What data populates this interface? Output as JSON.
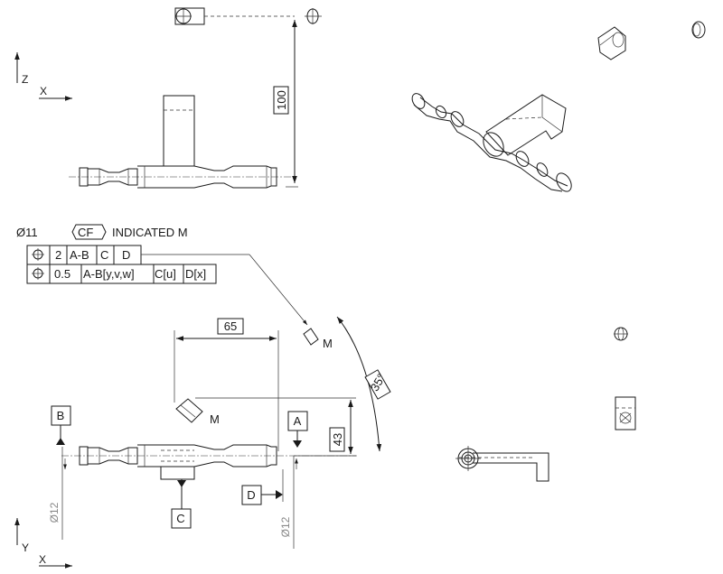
{
  "axes_top": {
    "vertical": "Z",
    "horizontal": "X"
  },
  "axes_bottom": {
    "vertical": "Y",
    "horizontal": "X"
  },
  "dims": {
    "height_100": "100",
    "spacing_65": "65",
    "height_43": "43",
    "angle_35": "35°",
    "dia_left": "Ø12",
    "dia_right": "Ø12"
  },
  "fcf": {
    "header_size": "Ø11",
    "header_modifier": "CF",
    "header_note": "INDICATED M",
    "row1": {
      "symbol": "⌖",
      "tol": "2",
      "ref1": "A-B",
      "ref2": "C",
      "ref3": "D"
    },
    "row2": {
      "symbol": "⌖",
      "tol": "0.5",
      "ref1": "A-B[y,v,w]",
      "ref2": "C[u]",
      "ref3": "D[x]"
    }
  },
  "datums": {
    "a": "A",
    "b": "B",
    "c": "C",
    "d": "D"
  },
  "markers": {
    "m1": "M",
    "m2": "M"
  }
}
